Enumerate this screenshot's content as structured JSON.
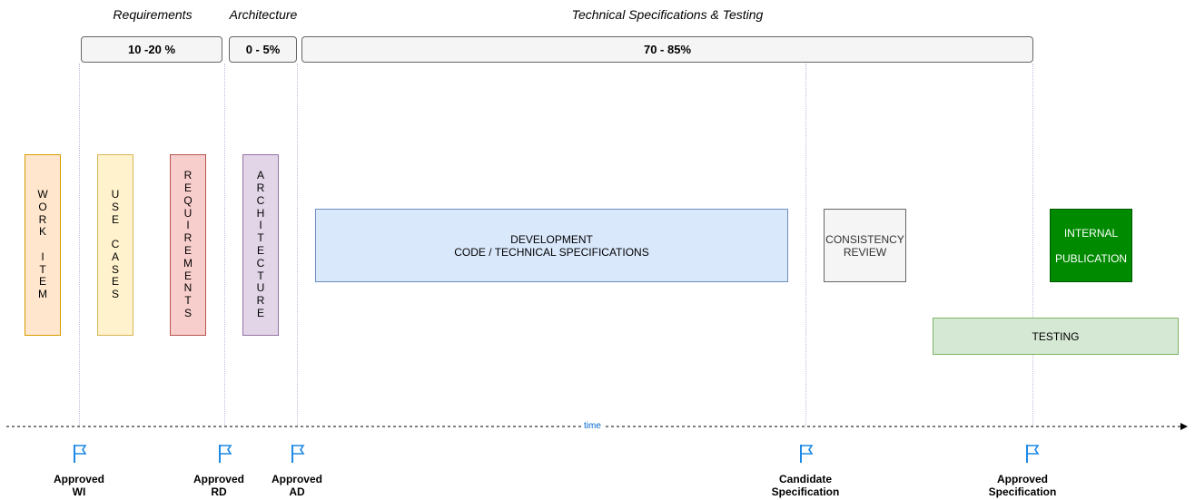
{
  "phases": [
    {
      "label": "Requirements"
    },
    {
      "label": "Architecture"
    },
    {
      "label": "Technical Specifications & Testing"
    }
  ],
  "percentages": [
    "10 -20 %",
    "0 - 5%",
    "70 - 85%"
  ],
  "vertical_boxes": [
    {
      "letters": [
        [
          "W",
          "O",
          "R",
          "K"
        ],
        [
          "I",
          "T",
          "E",
          "M"
        ]
      ],
      "fill": "#ffe6cc",
      "stroke": "#d79b00"
    },
    {
      "letters": [
        [
          "U",
          "S",
          "E"
        ],
        [
          "C",
          "A",
          "S",
          "E",
          "S"
        ]
      ],
      "fill": "#fff2cc",
      "stroke": "#d6b656"
    },
    {
      "letters": [
        [
          "R",
          "E",
          "Q",
          "U",
          "I",
          "R",
          "E",
          "M",
          "E",
          "N",
          "T",
          "S"
        ]
      ],
      "fill": "#f8cecc",
      "stroke": "#b85450"
    },
    {
      "letters": [
        [
          "A",
          "R",
          "C",
          "H",
          "I",
          "T",
          "E",
          "C",
          "T",
          "U",
          "R",
          "E"
        ]
      ],
      "fill": "#e1d5e7",
      "stroke": "#9673a6"
    }
  ],
  "development": {
    "line1": "DEVELOPMENT",
    "line2": "CODE / TECHNICAL SPECIFICATIONS",
    "fill": "#dae8fc",
    "stroke": "#6c8ebf"
  },
  "consistency": {
    "line1": "CONSISTENCY",
    "line2": "REVIEW",
    "fill": "#f5f5f5",
    "stroke": "#666666"
  },
  "publication": {
    "line1": "INTERNAL",
    "line2": "PUBLICATION",
    "fill": "#008a00",
    "stroke": "#005700"
  },
  "testing": {
    "label": "TESTING",
    "fill": "#d5e8d4",
    "stroke": "#82b366"
  },
  "timeline": {
    "label": "time",
    "label_color": "#0066cc"
  },
  "milestones": [
    {
      "line1": "Approved",
      "line2": "WI"
    },
    {
      "line1": "Approved",
      "line2": "RD"
    },
    {
      "line1": "Approved",
      "line2": "AD"
    },
    {
      "line1": "Candidate",
      "line2": "Specification"
    },
    {
      "line1": "Approved",
      "line2": "Specification"
    }
  ],
  "flag_color": "#1e88e5"
}
